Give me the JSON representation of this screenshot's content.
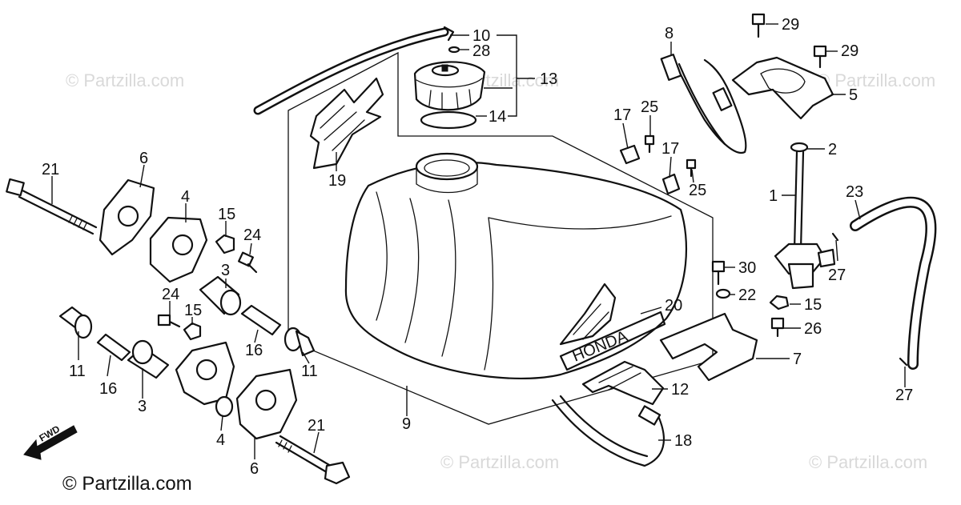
{
  "watermark": "© Partzilla.com",
  "copyright": "© Partzilla.com",
  "fwd_label": "FWD",
  "tank_decal": "HONDA",
  "callouts": {
    "c1": "1",
    "c2": "2",
    "c3a": "3",
    "c3b": "3",
    "c4a": "4",
    "c4b": "4",
    "c5": "5",
    "c6a": "6",
    "c6b": "6",
    "c7": "7",
    "c8": "8",
    "c9": "9",
    "c10": "10",
    "c11a": "11",
    "c11b": "11",
    "c12": "12",
    "c13": "13",
    "c14": "14",
    "c15a": "15",
    "c15b": "15",
    "c15c": "15",
    "c16a": "16",
    "c16b": "16",
    "c17a": "17",
    "c17b": "17",
    "c18": "18",
    "c19": "19",
    "c20": "20",
    "c21a": "21",
    "c21b": "21",
    "c22": "22",
    "c23": "23",
    "c24a": "24",
    "c24b": "24",
    "c25a": "25",
    "c25b": "25",
    "c26": "26",
    "c27a": "27",
    "c27b": "27",
    "c28": "28",
    "c29a": "29",
    "c29b": "29",
    "c30": "30"
  }
}
